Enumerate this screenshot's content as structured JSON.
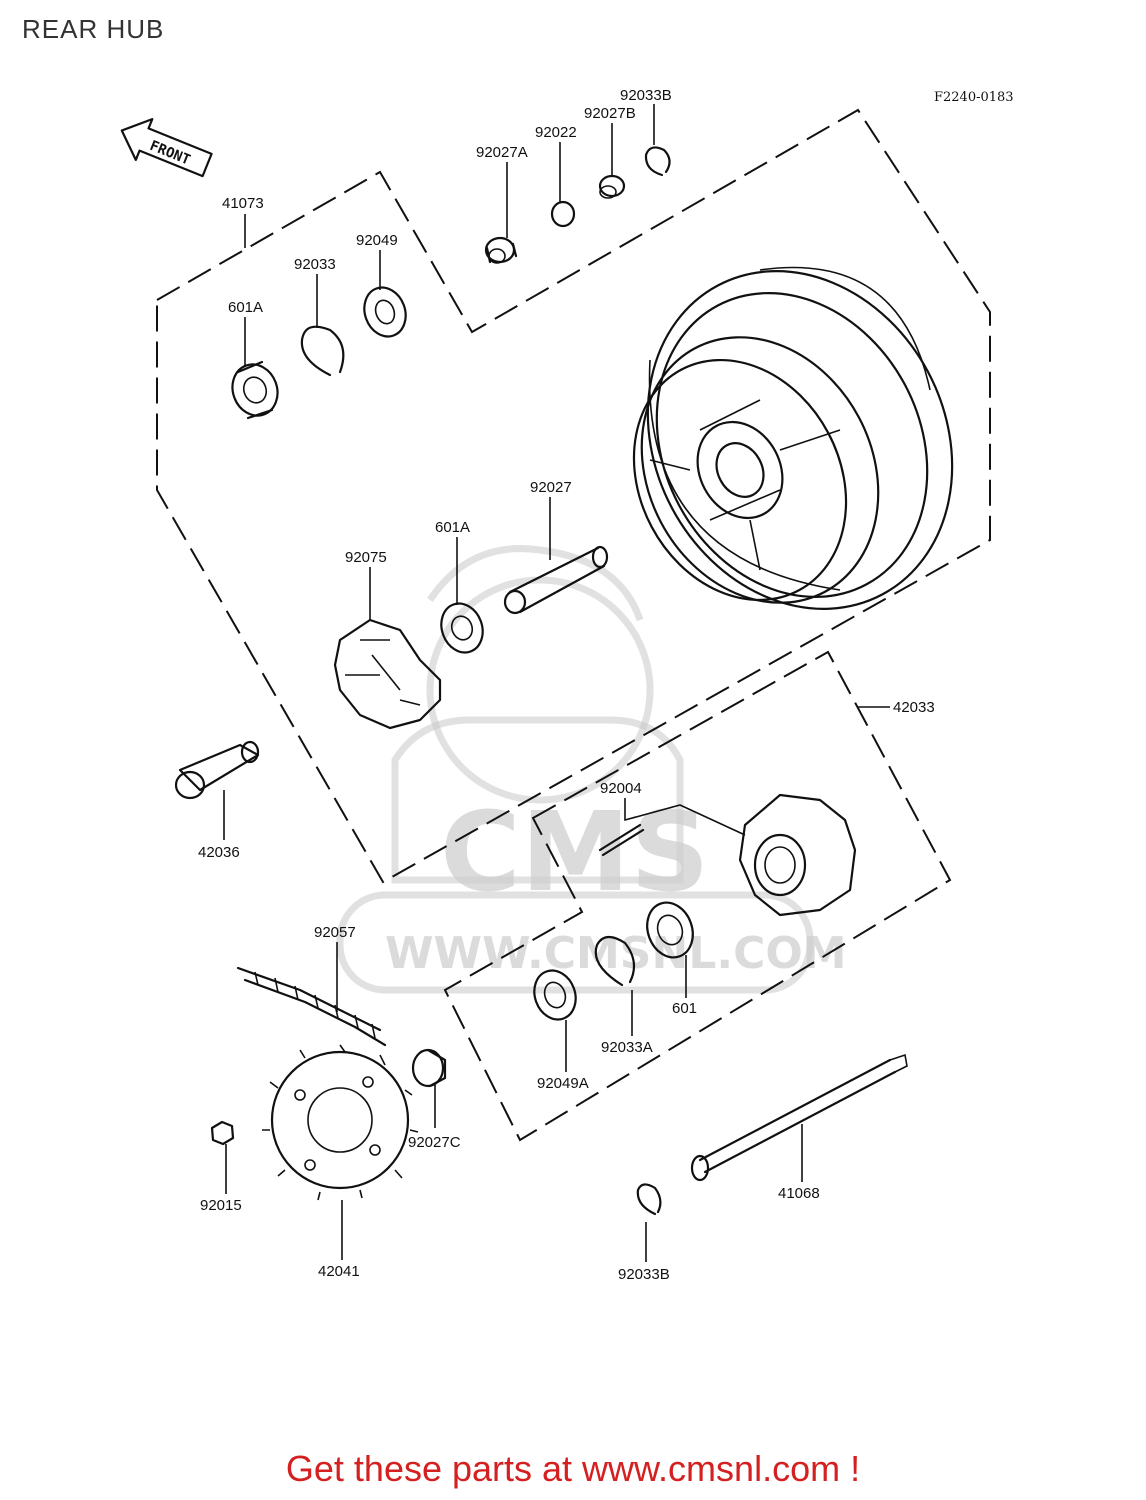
{
  "page": {
    "title": "REAR HUB",
    "figure_code": "F2240-0183"
  },
  "front_arrow": {
    "label": "FRONT"
  },
  "watermark": {
    "site_text": "WWW.CMSNL.COM",
    "logo_text": "CMS"
  },
  "parts": [
    {
      "id": "41073"
    },
    {
      "id": "92033"
    },
    {
      "id": "92049"
    },
    {
      "id": "601A"
    },
    {
      "id": "92027A"
    },
    {
      "id": "92022"
    },
    {
      "id": "92027B"
    },
    {
      "id": "92033B"
    },
    {
      "id": "92027"
    },
    {
      "id": "601A"
    },
    {
      "id": "92075"
    },
    {
      "id": "42033"
    },
    {
      "id": "42036"
    },
    {
      "id": "92004"
    },
    {
      "id": "92057"
    },
    {
      "id": "601"
    },
    {
      "id": "92033A"
    },
    {
      "id": "92049A"
    },
    {
      "id": "92027C"
    },
    {
      "id": "41068"
    },
    {
      "id": "92015"
    },
    {
      "id": "42041"
    },
    {
      "id": "92033B"
    }
  ],
  "footer": {
    "text": "Get these parts at www.cmsnl.com !"
  },
  "colors": {
    "footer": "#d42020",
    "ink": "#111111",
    "watermark": "#c8c8c8"
  }
}
